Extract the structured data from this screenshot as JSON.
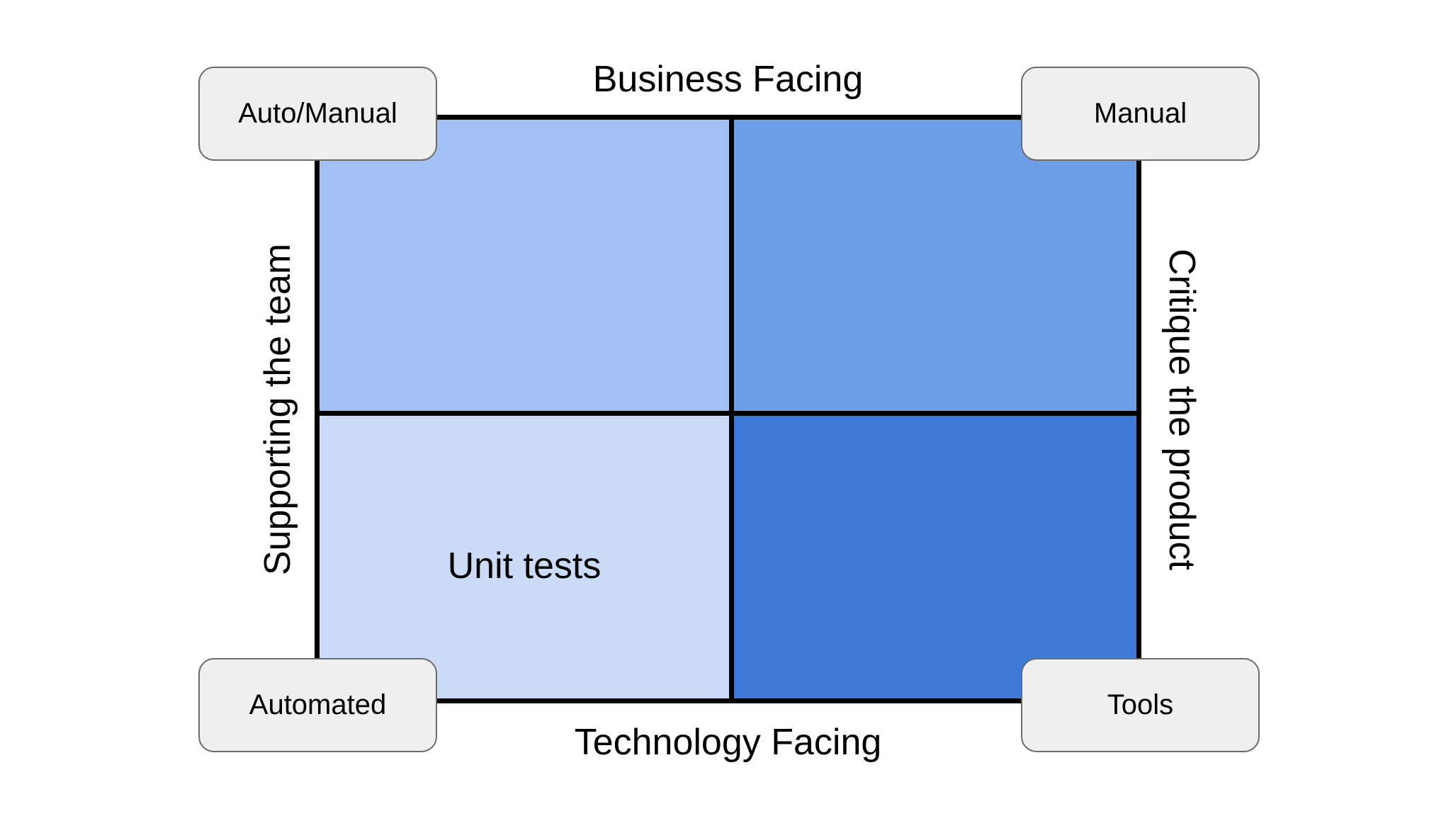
{
  "axes": {
    "top": "Business Facing",
    "bottom": "Technology Facing",
    "left": "Supporting the team",
    "right": "Critique the product"
  },
  "quadrants": {
    "top_left": {
      "label": "",
      "color": "#a2c0f4"
    },
    "top_right": {
      "label": "",
      "color": "#6d9ee8"
    },
    "bottom_left": {
      "label": "Unit tests",
      "color": "#cbdaf6"
    },
    "bottom_right": {
      "label": "",
      "color": "#3d79d6"
    }
  },
  "corners": {
    "top_left": "Auto/Manual",
    "top_right": "Manual",
    "bottom_left": "Automated",
    "bottom_right": "Tools"
  }
}
